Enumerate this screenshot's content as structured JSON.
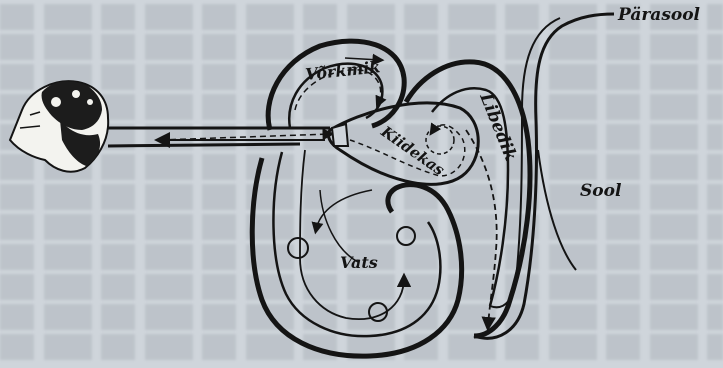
{
  "diagram": {
    "labels": {
      "parasool": "Pärasool",
      "yorkmik": "Võrkmik",
      "kiidekas": "Kiidekas",
      "libedik": "Libedik",
      "sool": "Sool",
      "vats": "Vats"
    },
    "colors": {
      "background": "#cfd5db",
      "ink": "#141414",
      "sheep_face": "#f3f3ef"
    }
  }
}
